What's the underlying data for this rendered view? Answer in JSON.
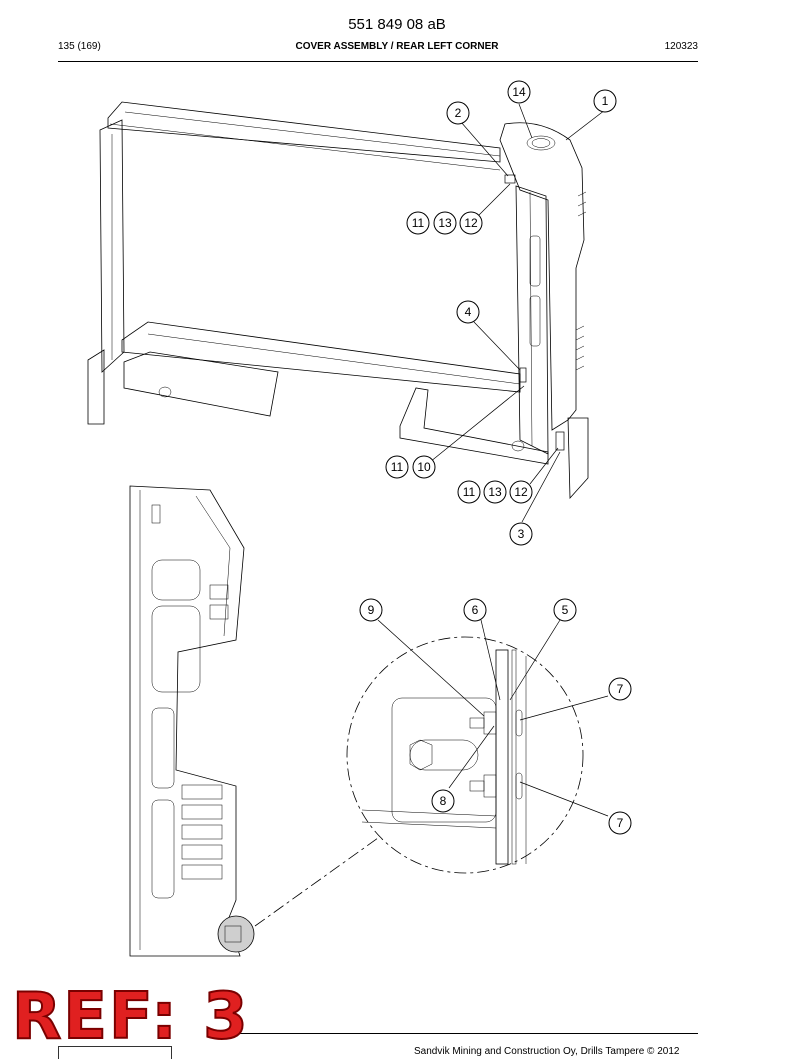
{
  "header": {
    "doc_number": "551 849 08 aB",
    "page": "135 (169)",
    "title": "COVER ASSEMBLY / REAR LEFT CORNER",
    "date": "120323"
  },
  "footer": {
    "copyright": "Sandvik Mining and Construction Oy, Drills Tampere © 2012"
  },
  "stamp": {
    "text": "REF: 3",
    "color": "#e02020"
  },
  "callouts": [
    {
      "label": "14"
    },
    {
      "label": "1"
    },
    {
      "label": "2"
    },
    {
      "label": "11"
    },
    {
      "label": "13"
    },
    {
      "label": "12"
    },
    {
      "label": "4"
    },
    {
      "label": "11"
    },
    {
      "label": "10"
    },
    {
      "label": "11"
    },
    {
      "label": "13"
    },
    {
      "label": "12"
    },
    {
      "label": "3"
    },
    {
      "label": "9"
    },
    {
      "label": "6"
    },
    {
      "label": "5"
    },
    {
      "label": "7"
    },
    {
      "label": "8"
    },
    {
      "label": "7"
    }
  ]
}
